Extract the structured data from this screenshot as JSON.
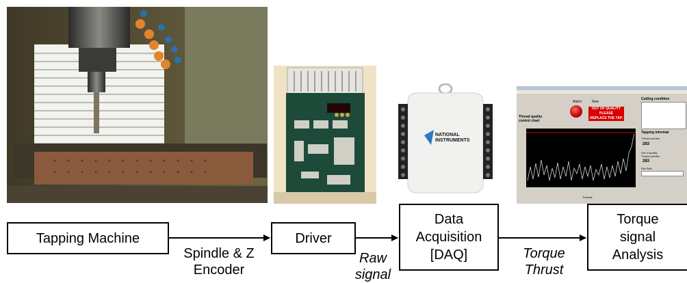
{
  "blocks": {
    "tapping_machine": "Tapping Machine",
    "driver": "Driver",
    "daq": "Data\nAcquisition\n[DAQ]",
    "analysis": "Torque\nsignal\nAnalysis"
  },
  "connections": {
    "encoder": "Spindle & Z\nEncoder",
    "raw_signal": "Raw\nsignal",
    "torque_thrust": "Torque\nThrust"
  },
  "daq_device": {
    "brand": "NATIONAL\nINSTRUMENTS"
  },
  "software_panel": {
    "alarm_label": "Alarm",
    "new_label": "New",
    "message": "OUT OF QUALITY\nPLEASE\n-REPLACE THE TAP-",
    "chart_title": "Thread quality\ncontrol chart",
    "cutting_title": "Cutting condition",
    "tapping_info": "Tapping informat",
    "thread_number_label": "Thread number",
    "thread_number_value": "283",
    "out_of_quality_label": "Out of quality\nThread number",
    "out_of_quality_value": "283",
    "file_path_label": "File Path",
    "x_axis_label": "Threads"
  }
}
